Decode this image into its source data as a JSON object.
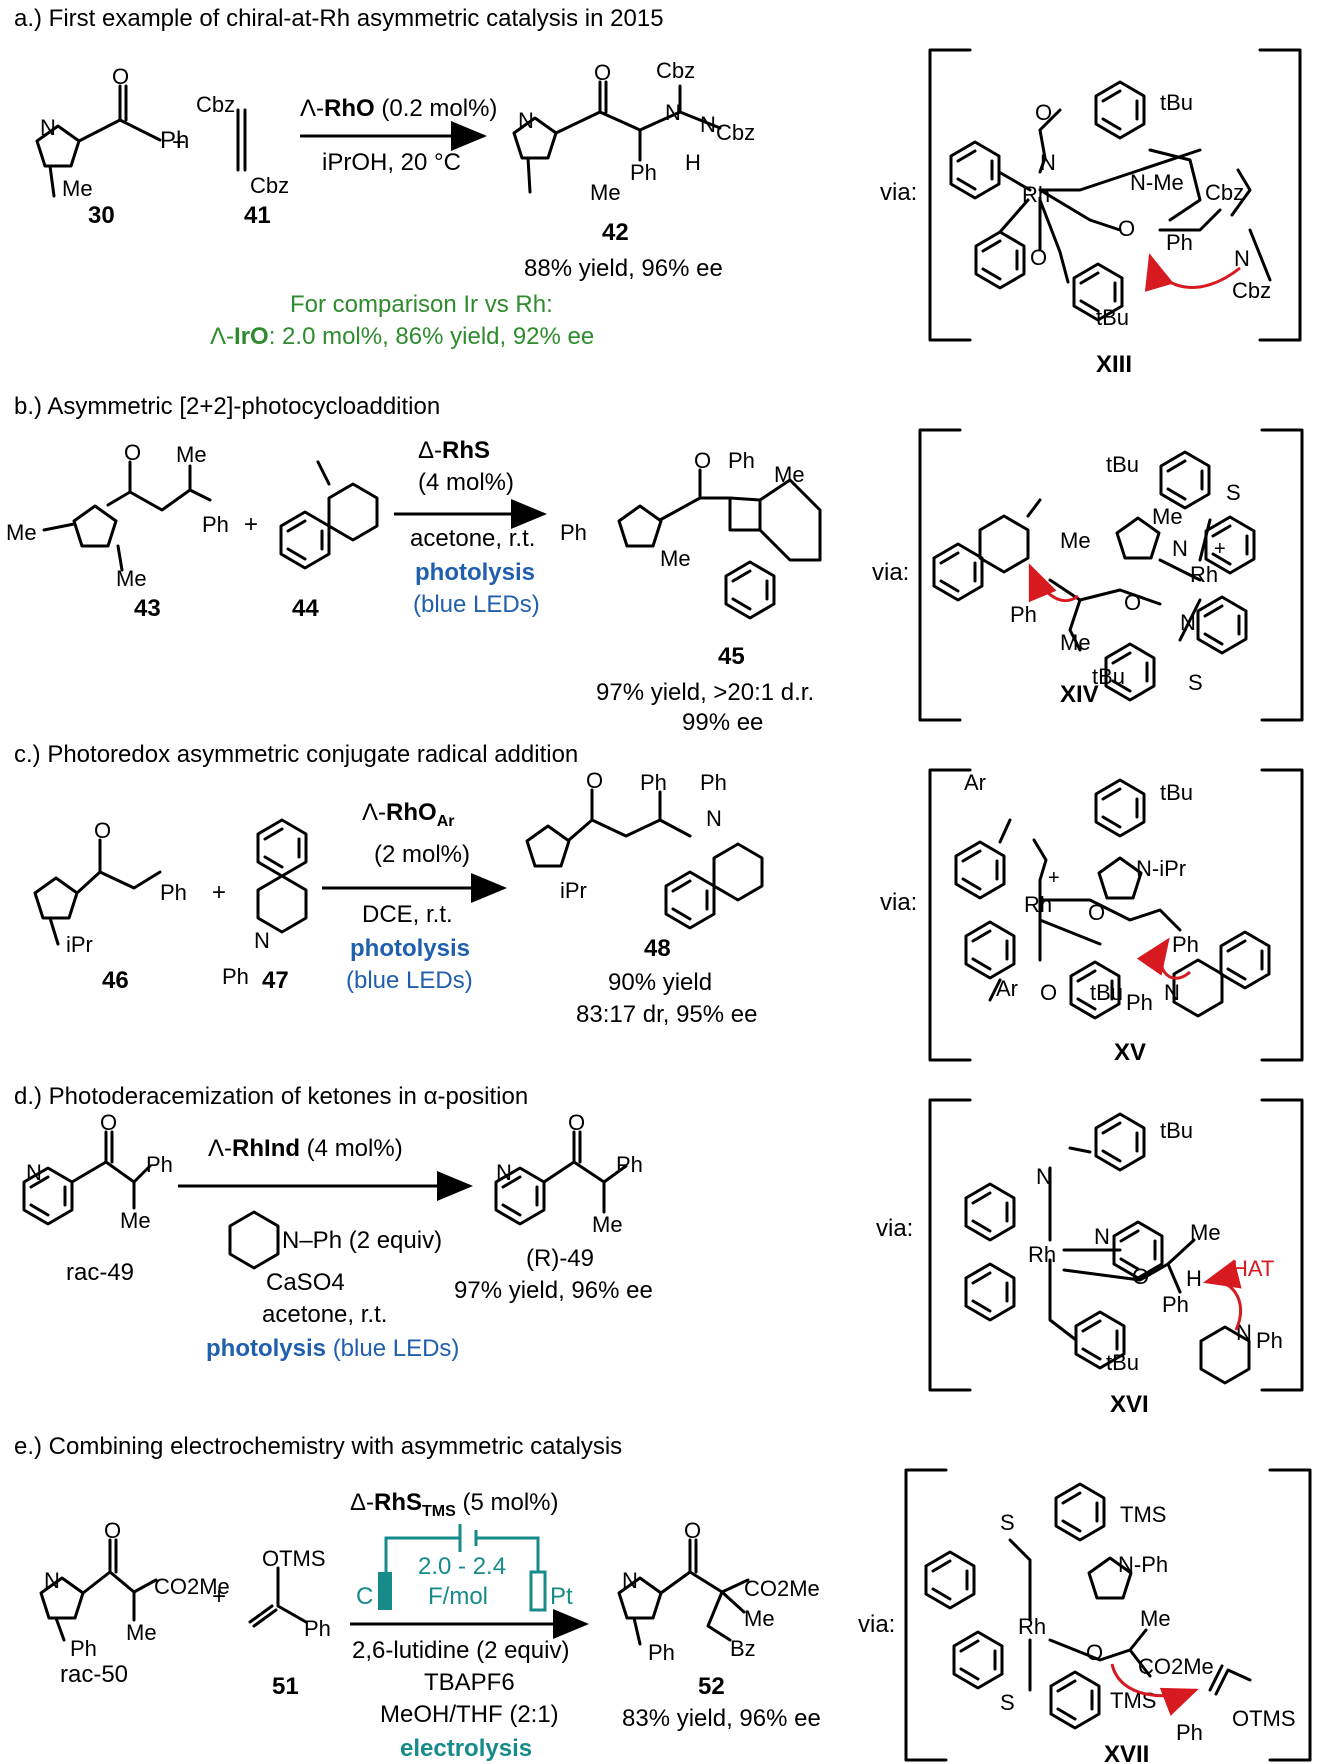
{
  "colors": {
    "comparison_text": "#2e8b2e",
    "photolysis_text": "#1f5fae",
    "electrolysis_text": "#178a8a",
    "curly_arrow": "#d71920",
    "hat_label": "#d71920"
  },
  "panels": [
    {
      "heading": "a.) First example of chiral-at-Rh asymmetric catalysis in 2015",
      "reagents": [
        "Cbz",
        "Cbz"
      ],
      "catalyst_prefix": "Λ-",
      "catalyst": "RhO",
      "catalyst_amount": " (0.2 mol%)",
      "conditions": [
        "iPrOH, 20 °C"
      ],
      "compounds": {
        "sm1": "30",
        "sm2": "41",
        "product": "42"
      },
      "result": [
        "88% yield, 96% ee"
      ],
      "comparison_title": "For comparison Ir vs Rh:",
      "comparison_prefix": "Λ-",
      "comparison_catalyst": "IrO",
      "comparison_text": ": 2.0 mol%, 86% yield, 92% ee",
      "via_label": "via:",
      "intermediate": "XIII",
      "atom_labels": [
        "Ph",
        "Me",
        "Ph",
        "N",
        "N",
        "Me",
        "Cbz",
        "Cbz",
        "N",
        "H",
        "tBu",
        "tBu",
        "Rh",
        "O",
        "Cbz",
        "Cbz",
        "N",
        "N-Me",
        "O",
        "Ph"
      ]
    },
    {
      "heading": "b.) Asymmetric [2+2]-photocycloaddition",
      "catalyst_prefix": "Δ-",
      "catalyst": "RhS",
      "catalyst_amount": "(4 mol%)",
      "conditions": [
        "acetone, r.t."
      ],
      "activation": "photolysis",
      "activation_detail": "(blue LEDs)",
      "compounds": {
        "sm1": "43",
        "sm2": "44",
        "product": "45"
      },
      "result": [
        "97% yield, >20:1 d.r.",
        "99% ee"
      ],
      "via_label": "via:",
      "intermediate": "XIV",
      "atom_labels": [
        "Me",
        "Ph",
        "Me",
        "Me",
        "Ph",
        "Me",
        "Me",
        "Me",
        "tBu",
        "tBu",
        "S",
        "S",
        "Rh",
        "Me",
        "Ph",
        "Me",
        "O",
        "N",
        "N",
        "+"
      ]
    },
    {
      "heading": "c.) Photoredox asymmetric conjugate radical addition",
      "catalyst_prefix": "Λ-",
      "catalyst": "RhO",
      "catalyst_sub": "Ar",
      "catalyst_amount": "(2 mol%)",
      "conditions": [
        "DCE, r.t."
      ],
      "activation": "photolysis",
      "activation_detail": "(blue LEDs)",
      "compounds": {
        "sm1": "46",
        "sm2": "47",
        "product": "48"
      },
      "result": [
        "90% yield",
        "83:17 dr, 95% ee"
      ],
      "via_label": "via:",
      "intermediate": "XV",
      "atom_labels": [
        "Ph",
        "iPr",
        "Ph",
        "N",
        "Ph",
        "Ph",
        "N",
        "iPr",
        "tBu",
        "tBu",
        "Ar",
        "Ar",
        "Rh",
        "N-iPr",
        "O",
        "Ph",
        "N",
        "Ph",
        "+",
        "O"
      ]
    },
    {
      "heading": "d.) Photoderacemization of ketones in α-position",
      "catalyst_prefix": "Λ-",
      "catalyst": "RhInd",
      "catalyst_amount": " (4 mol%)",
      "amine_reagent": "N–Ph (2 equiv)",
      "conditions": [
        "CaSO4",
        "acetone, r.t."
      ],
      "activation": "photolysis",
      "activation_detail": "(blue LEDs)",
      "compounds": {
        "sm1": "rac-49",
        "product": "(R)-49"
      },
      "result": [
        "97% yield, 96% ee"
      ],
      "via_label": "via:",
      "intermediate": "XVI",
      "hat_label": "HAT",
      "atom_labels": [
        "N",
        "Ph",
        "Me",
        "N",
        "Ph",
        "Me",
        "tBu",
        "tBu",
        "Rh",
        "N",
        "O",
        "Me",
        "H",
        "Ph",
        "N",
        "Ph"
      ]
    },
    {
      "heading": "e.) Combining electrochemistry with asymmetric catalysis",
      "catalyst_prefix": "Δ-",
      "catalyst": "RhS",
      "catalyst_sub": "TMS",
      "catalyst_amount": " (5 mol%)",
      "electrode_left": "C",
      "electrode_right": "Pt",
      "charge": [
        "2.0 - 2.4",
        "F/mol"
      ],
      "conditions": [
        "2,6-lutidine (2 equiv)",
        "TBAPF6",
        "MeOH/THF (2:1)"
      ],
      "activation": "electrolysis",
      "compounds": {
        "sm1": "rac-50",
        "sm2": "51",
        "product": "52"
      },
      "result": [
        "83% yield, 96% ee"
      ],
      "via_label": "via:",
      "intermediate": "XVII",
      "atom_labels": [
        "CO2Me",
        "Me",
        "Ph",
        "OTMS",
        "Ph",
        "CO2Me",
        "Me",
        "Bz",
        "Ph",
        "TMS",
        "TMS",
        "S",
        "S",
        "Rh",
        "N-Ph",
        "O",
        "Me",
        "CO2Me",
        "OTMS",
        "Ph"
      ]
    }
  ]
}
